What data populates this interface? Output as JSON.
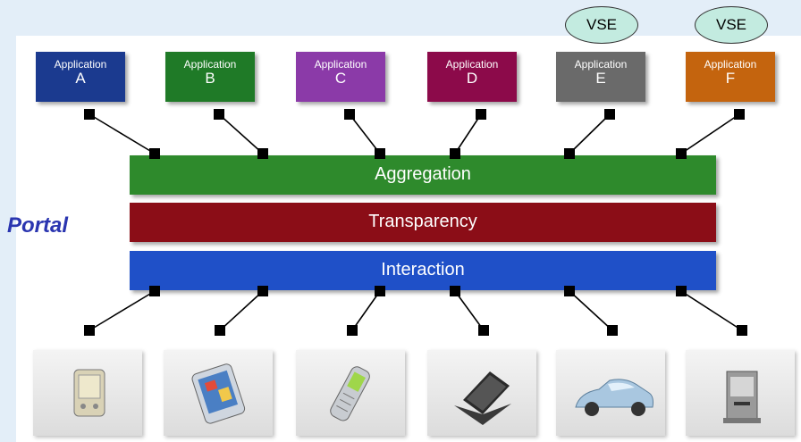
{
  "portal_label": "Portal",
  "vse_label": "VSE",
  "applications": [
    {
      "label": "Application",
      "letter": "A",
      "color": "#1b3a8f",
      "vse": false
    },
    {
      "label": "Application",
      "letter": "B",
      "color": "#1f7a27",
      "vse": false
    },
    {
      "label": "Application",
      "letter": "C",
      "color": "#8b3aa8",
      "vse": false
    },
    {
      "label": "Application",
      "letter": "D",
      "color": "#8c0a4a",
      "vse": false
    },
    {
      "label": "Application",
      "letter": "E",
      "color": "#6a6a6a",
      "vse": true
    },
    {
      "label": "Application",
      "letter": "F",
      "color": "#c4640e",
      "vse": true
    }
  ],
  "layers": [
    {
      "label": "Aggregation",
      "color": "#2e8a2c"
    },
    {
      "label": "Transparency",
      "color": "#8b0d17"
    },
    {
      "label": "Interaction",
      "color": "#1f50c8"
    }
  ],
  "devices": [
    {
      "icon": "pda-icon"
    },
    {
      "icon": "tablet-icon"
    },
    {
      "icon": "mobile-phone-icon"
    },
    {
      "icon": "laptop-icon"
    },
    {
      "icon": "car-icon"
    },
    {
      "icon": "kiosk-icon"
    }
  ]
}
